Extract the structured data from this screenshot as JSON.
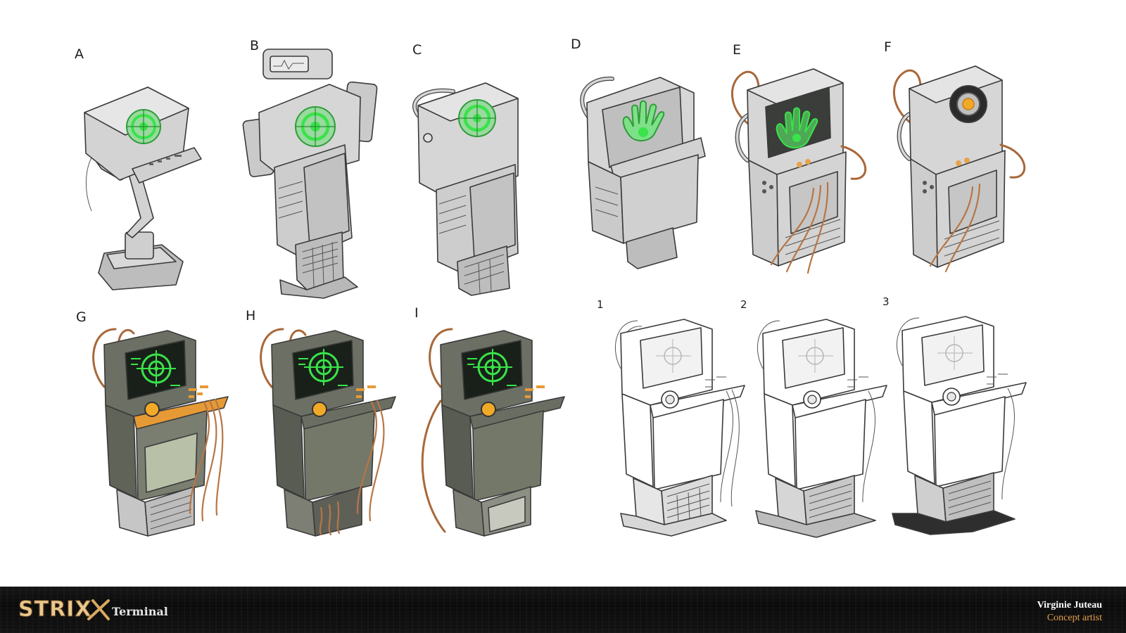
{
  "variant_labels": {
    "a": "A",
    "b": "B",
    "c": "C",
    "d": "D",
    "e": "E",
    "f": "F",
    "g": "G",
    "h": "H",
    "i": "I",
    "n1": "1",
    "n2": "2",
    "n3": "3"
  },
  "footer": {
    "logo_text": "STRIX",
    "title": "Terminal",
    "artist_name": "Virginie Juteau",
    "artist_role": "Concept artist"
  },
  "colors": {
    "screen_green": "#39e34a",
    "cable_brown": "#a8683a",
    "accent_orange": "#e6a24c",
    "body_grey": "#cfcfcf",
    "dark_body": "#6c7064"
  },
  "icons": [
    "crosshair-icon",
    "hand-icon",
    "lens-icon"
  ]
}
